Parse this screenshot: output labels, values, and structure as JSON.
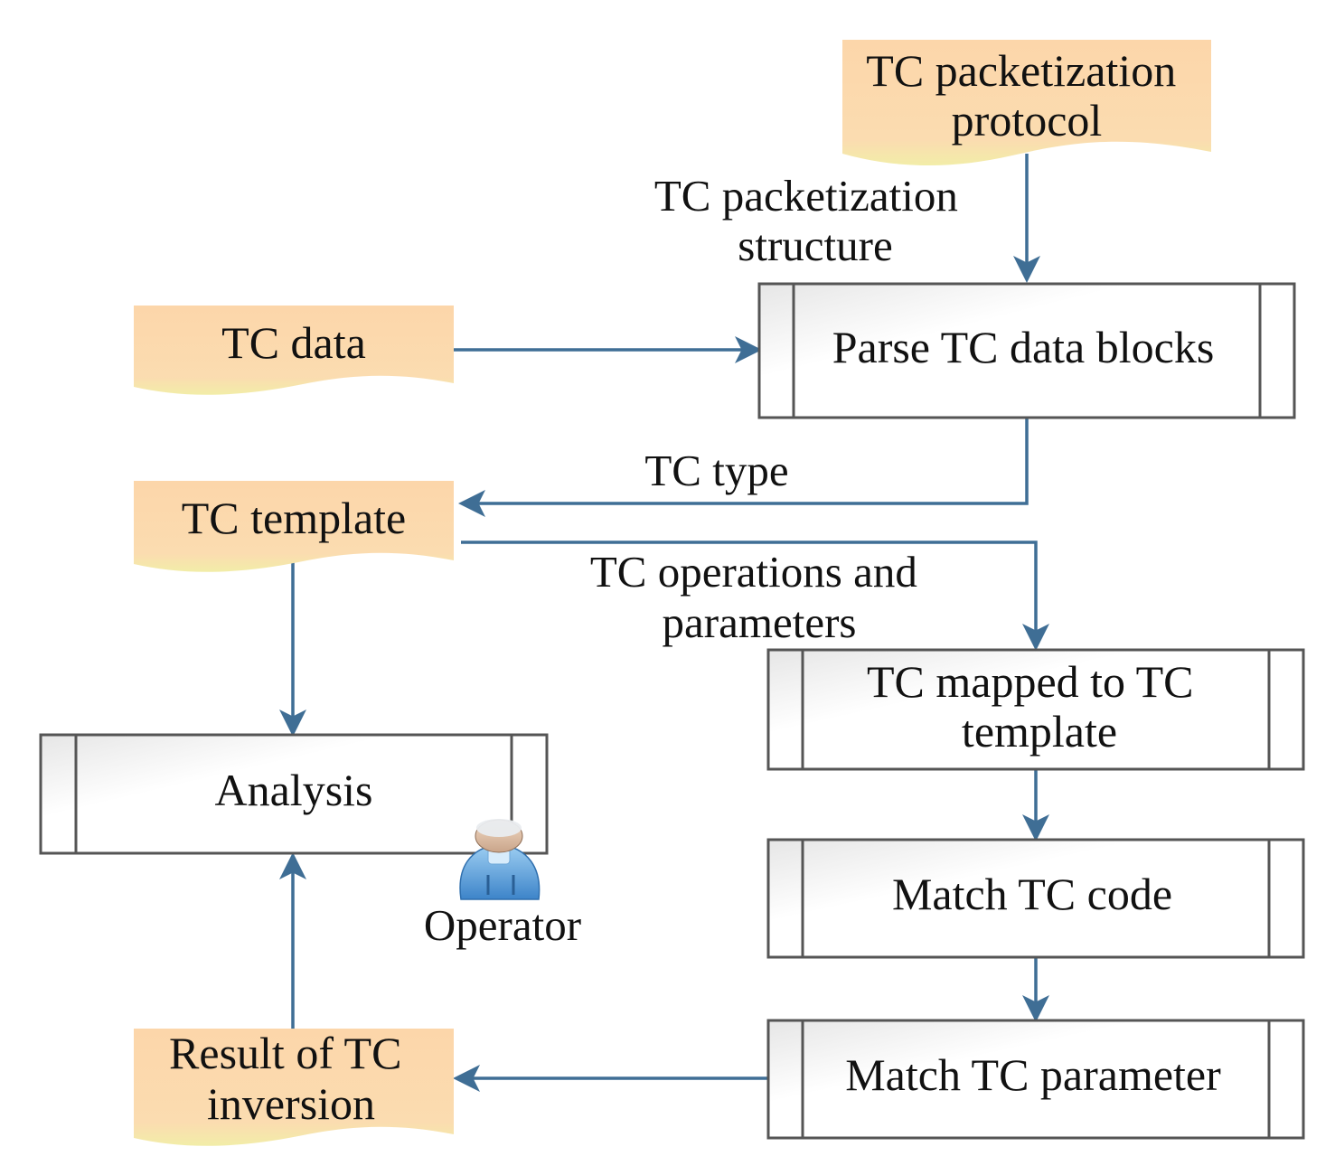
{
  "nodes": {
    "protocol": [
      "TC packetization",
      "protocol"
    ],
    "tc_data": [
      "TC data"
    ],
    "parse": [
      "Parse TC data blocks"
    ],
    "template": [
      "TC template"
    ],
    "analysis": [
      "Analysis"
    ],
    "mapped": [
      "TC mapped to TC",
      "template"
    ],
    "match_code": [
      "Match TC code"
    ],
    "match_param": [
      "Match TC parameter"
    ],
    "result": [
      "Result of TC",
      "inversion"
    ]
  },
  "edge_labels": {
    "structure": [
      "TC packetization",
      "structure"
    ],
    "type": [
      "TC type"
    ],
    "ops": [
      "TC operations and",
      "parameters"
    ]
  },
  "actor": {
    "label": "Operator",
    "icon": "operator-user-icon"
  },
  "colors": {
    "document_fill": "#fcd8ac",
    "document_bottom": "#f3ecab",
    "process_fill": "#ffffff",
    "process_stroke": "#555555",
    "arrow": "#3f6e95"
  }
}
